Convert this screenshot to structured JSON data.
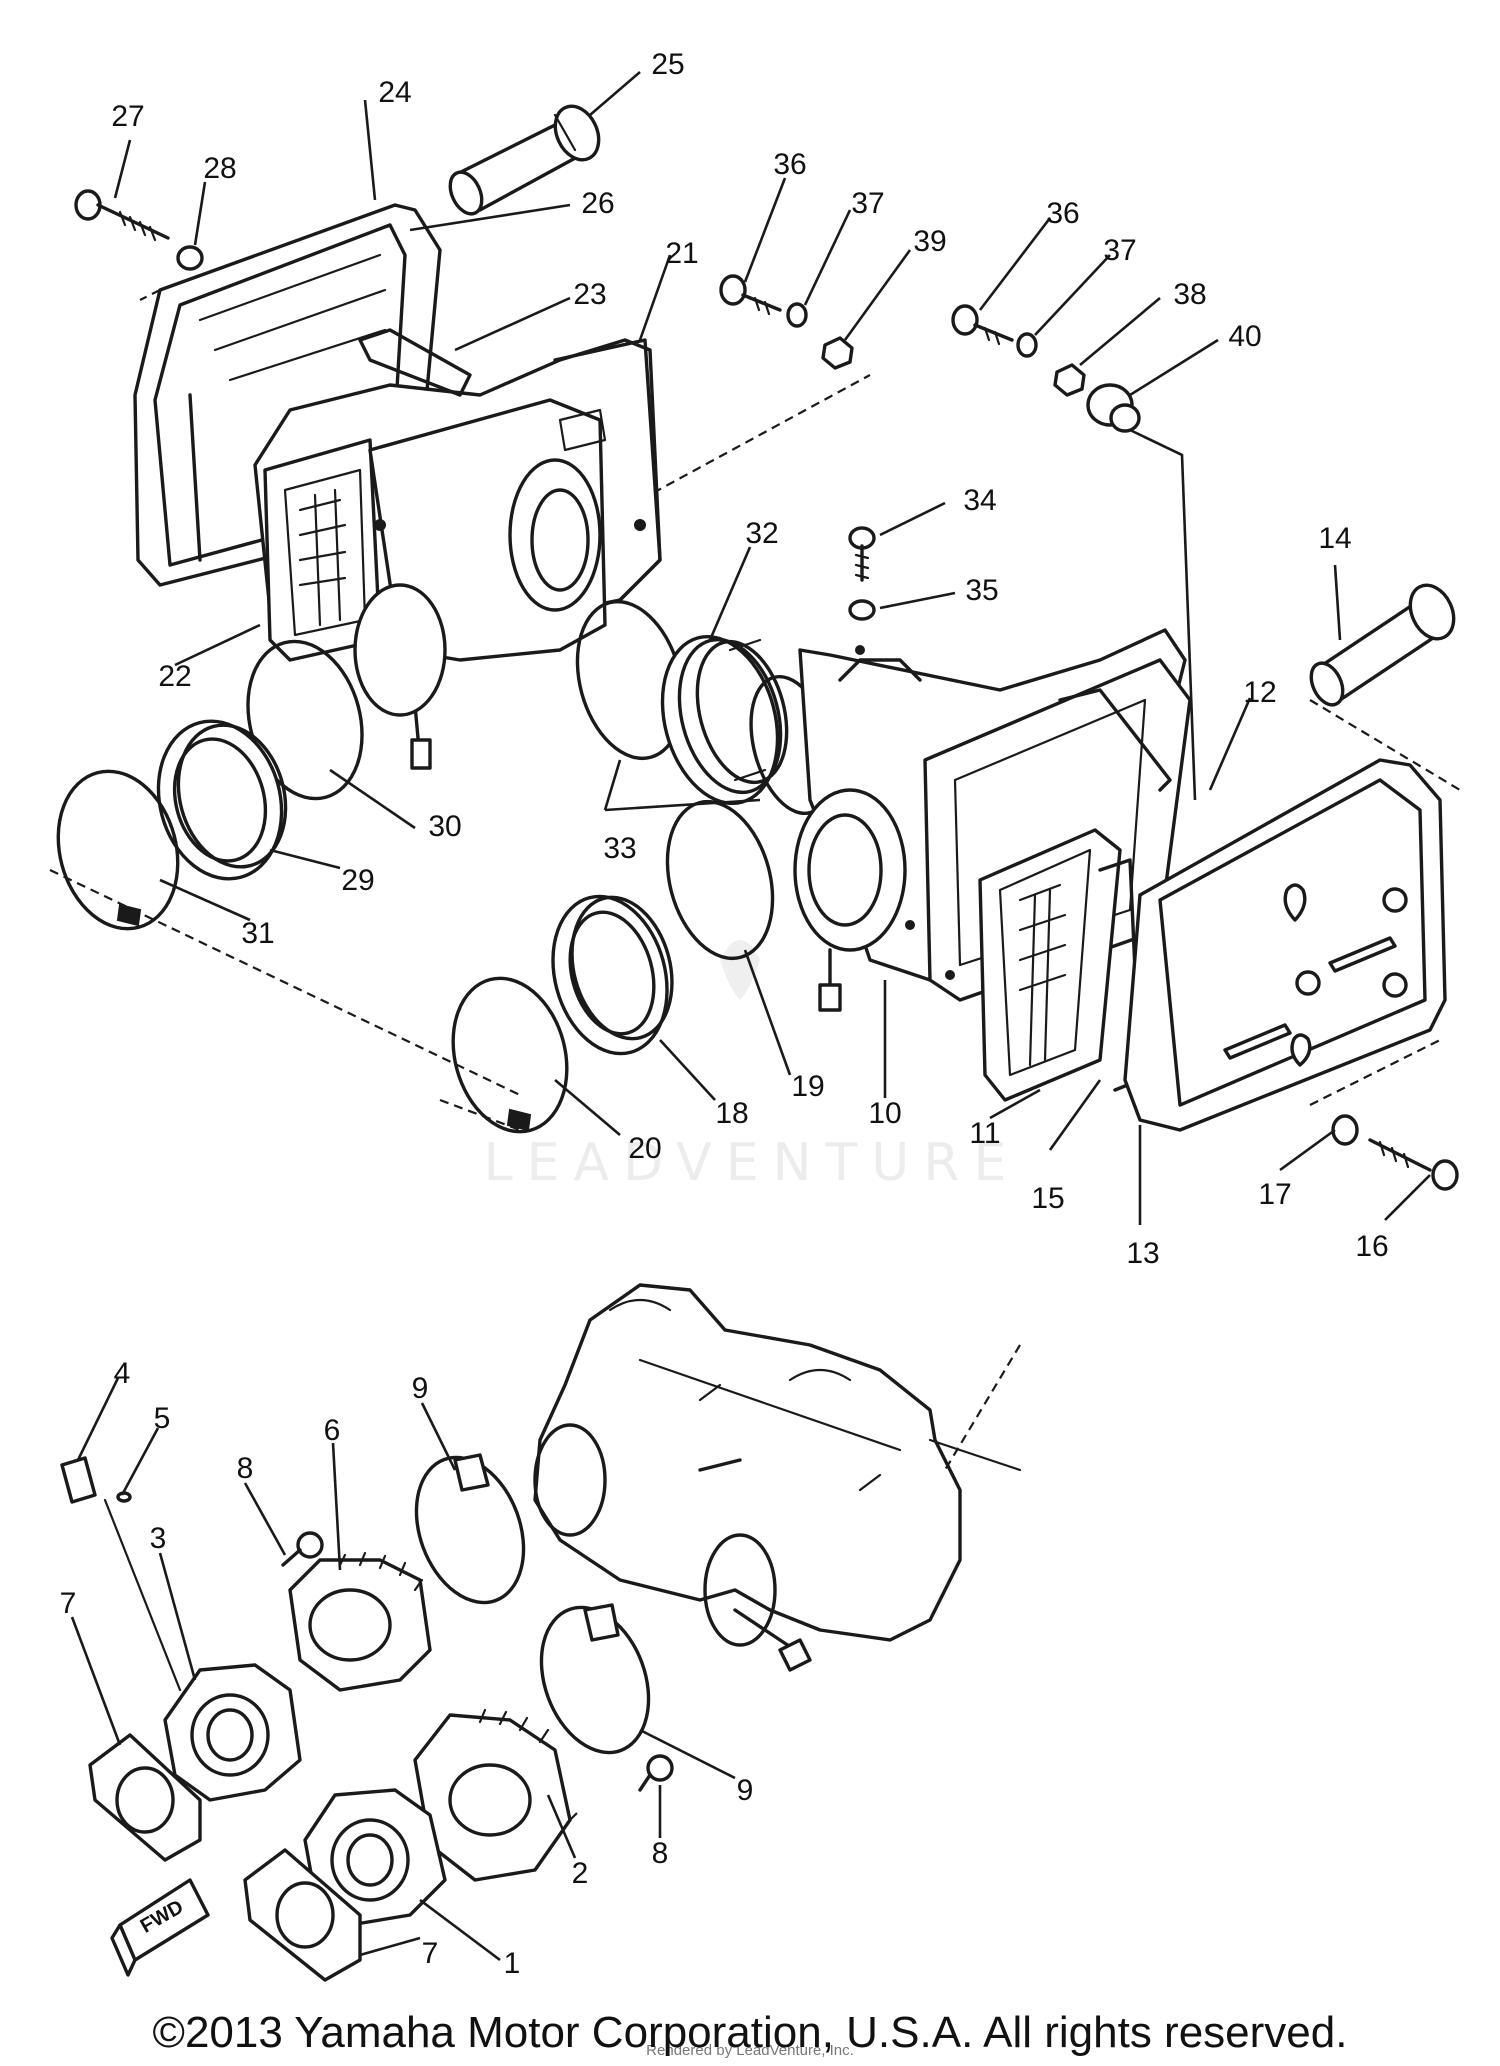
{
  "diagram": {
    "callouts": [
      {
        "id": "25",
        "label": "25"
      },
      {
        "id": "24",
        "label": "24"
      },
      {
        "id": "27",
        "label": "27"
      },
      {
        "id": "28",
        "label": "28"
      },
      {
        "id": "26",
        "label": "26"
      },
      {
        "id": "21",
        "label": "21"
      },
      {
        "id": "23",
        "label": "23"
      },
      {
        "id": "36a",
        "label": "36"
      },
      {
        "id": "37a",
        "label": "37"
      },
      {
        "id": "39",
        "label": "39"
      },
      {
        "id": "36b",
        "label": "36"
      },
      {
        "id": "37b",
        "label": "37"
      },
      {
        "id": "38",
        "label": "38"
      },
      {
        "id": "40",
        "label": "40"
      },
      {
        "id": "34",
        "label": "34"
      },
      {
        "id": "35",
        "label": "35"
      },
      {
        "id": "32",
        "label": "32"
      },
      {
        "id": "14",
        "label": "14"
      },
      {
        "id": "22",
        "label": "22"
      },
      {
        "id": "12",
        "label": "12"
      },
      {
        "id": "30",
        "label": "30"
      },
      {
        "id": "33",
        "label": "33"
      },
      {
        "id": "29",
        "label": "29"
      },
      {
        "id": "31",
        "label": "31"
      },
      {
        "id": "19",
        "label": "19"
      },
      {
        "id": "18",
        "label": "18"
      },
      {
        "id": "10",
        "label": "10"
      },
      {
        "id": "11",
        "label": "11"
      },
      {
        "id": "20",
        "label": "20"
      },
      {
        "id": "15",
        "label": "15"
      },
      {
        "id": "13",
        "label": "13"
      },
      {
        "id": "17",
        "label": "17"
      },
      {
        "id": "16",
        "label": "16"
      },
      {
        "id": "4",
        "label": "4"
      },
      {
        "id": "5",
        "label": "5"
      },
      {
        "id": "9a",
        "label": "9"
      },
      {
        "id": "6",
        "label": "6"
      },
      {
        "id": "8a",
        "label": "8"
      },
      {
        "id": "3",
        "label": "3"
      },
      {
        "id": "7a",
        "label": "7"
      },
      {
        "id": "9b",
        "label": "9"
      },
      {
        "id": "8b",
        "label": "8"
      },
      {
        "id": "2",
        "label": "2"
      },
      {
        "id": "1",
        "label": "1"
      },
      {
        "id": "7b",
        "label": "7"
      }
    ],
    "fwd_marker": "FWD",
    "watermark": "LEADVENTURE",
    "credit": "Rendered by LeadVenture, Inc."
  },
  "footer": {
    "copyright": "©2013 Yamaha Motor Corporation, U.S.A. All rights reserved."
  }
}
